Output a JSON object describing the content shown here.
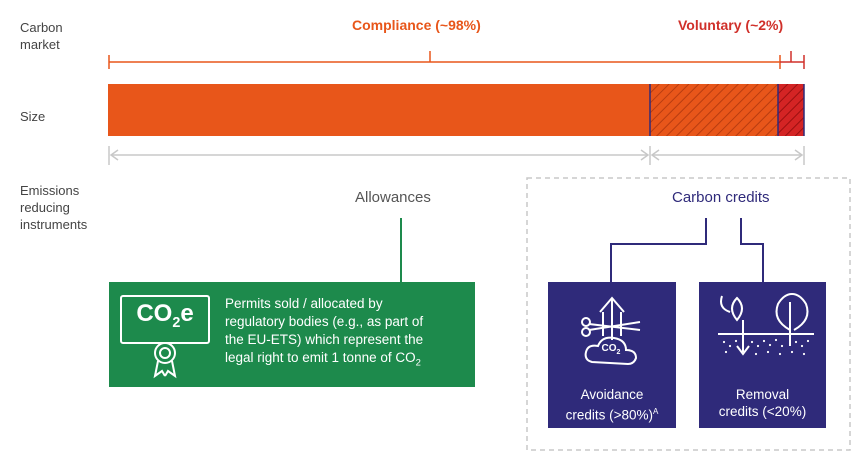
{
  "rows": {
    "carbon_market": "Carbon\nmarket",
    "size": "Size",
    "instruments": "Emissions\nreducing\ninstruments"
  },
  "compliance": {
    "label": "Compliance (~98%)"
  },
  "voluntary": {
    "label": "Voluntary (~2%)"
  },
  "allowances": {
    "title": "Allowances",
    "badge": "CO2e",
    "text_lines": [
      "Permits sold / allocated by",
      "regulatory bodies (e.g., as part of",
      "the EU-ETS) which represent the",
      "legal right to emit 1 tonne of CO2"
    ]
  },
  "carbon_credits": {
    "title": "Carbon credits",
    "avoidance": {
      "line1": "Avoidance",
      "line2": "credits (>80%)",
      "footnote": "A",
      "icon_text": "CO2"
    },
    "removal": {
      "line1": "Removal",
      "line2": "credits (<20%)"
    }
  },
  "size_bar": {
    "compliance_share": 0.98,
    "voluntary_share": 0.02
  },
  "colors": {
    "orange": "#e8561a",
    "red_label": "#d0302a",
    "red": "#d42424",
    "green": "#1d8a4c",
    "navy": "#2f2a7a",
    "gray": "#c8c8c8"
  }
}
